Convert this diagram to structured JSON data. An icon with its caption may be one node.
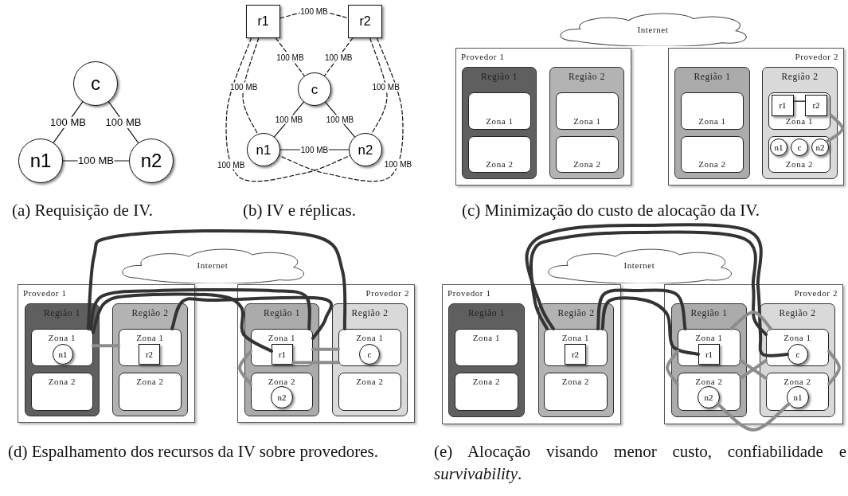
{
  "diagram": {
    "nodes": [
      {
        "text": [
          "c"
        ]
      },
      {
        "text": [
          "n1"
        ]
      },
      {
        "text": [
          "n2"
        ]
      },
      {
        "text": [
          "r1"
        ]
      },
      {
        "text": [
          "r2"
        ]
      },
      {
        "text": [
          "c"
        ]
      },
      {
        "text": [
          "n1"
        ]
      },
      {
        "text": [
          "n2"
        ]
      },
      {
        "text": [
          "Internet"
        ]
      },
      {
        "text": [
          "Provedor 1"
        ]
      },
      {
        "text": [
          "Região 1"
        ],
        "in": 9
      },
      {
        "text": [
          "Zona 1"
        ],
        "in": 10
      },
      {
        "text": [
          "Zona 2"
        ],
        "in": 10
      },
      {
        "text": [
          "Região 2"
        ],
        "in": 9
      },
      {
        "text": [
          "Zona 1"
        ],
        "in": 13
      },
      {
        "text": [
          "Zona 2"
        ],
        "in": 13
      },
      {
        "text": [
          "Provedor 2"
        ]
      },
      {
        "text": [
          "Região 1"
        ],
        "in": 16
      },
      {
        "text": [
          "Zona 1"
        ],
        "in": 17
      },
      {
        "text": [
          "Zona 2"
        ],
        "in": 17
      },
      {
        "text": [
          "Região 2"
        ],
        "in": 16
      },
      {
        "text": [
          "Zona 1"
        ],
        "in": 20
      },
      {
        "text": [
          "r1"
        ],
        "in": 21
      },
      {
        "text": [
          "r2"
        ],
        "in": 21
      },
      {
        "text": [
          "Zona 2"
        ],
        "in": 20
      },
      {
        "text": [
          "n1"
        ],
        "in": 24
      },
      {
        "text": [
          "c"
        ],
        "in": 24
      },
      {
        "text": [
          "n2"
        ],
        "in": 24
      },
      {
        "text": [
          "Internet"
        ]
      },
      {
        "text": [
          "Provedor 1"
        ]
      },
      {
        "text": [
          "Região 1"
        ],
        "in": 29
      },
      {
        "text": [
          "Zona 1"
        ],
        "in": 30
      },
      {
        "text": [
          "n1"
        ],
        "in": 31
      },
      {
        "text": [
          "Zona 2"
        ],
        "in": 30
      },
      {
        "text": [
          "Região 2"
        ],
        "in": 29
      },
      {
        "text": [
          "Zona 1"
        ],
        "in": 34
      },
      {
        "text": [
          "r2"
        ],
        "in": 35
      },
      {
        "text": [
          "Zona 2"
        ],
        "in": 34
      },
      {
        "text": [
          "Provedor 2"
        ]
      },
      {
        "text": [
          "Região 1"
        ],
        "in": 38
      },
      {
        "text": [
          "Zona 1"
        ],
        "in": 39
      },
      {
        "text": [
          "r1"
        ],
        "in": 40
      },
      {
        "text": [
          "Zona 2"
        ],
        "in": 39
      },
      {
        "text": [
          "n2"
        ],
        "in": 42
      },
      {
        "text": [
          "Região 2"
        ],
        "in": 38
      },
      {
        "text": [
          "Zona 1"
        ],
        "in": 44
      },
      {
        "text": [
          "c"
        ],
        "in": 45
      },
      {
        "text": [
          "Zona 2"
        ],
        "in": 44
      },
      {
        "text": [
          "Internet"
        ]
      },
      {
        "text": [
          "Provedor 1"
        ]
      },
      {
        "text": [
          "Região 1"
        ],
        "in": 49
      },
      {
        "text": [
          "Zona 1"
        ],
        "in": 50
      },
      {
        "text": [
          "Zona 2"
        ],
        "in": 50
      },
      {
        "text": [
          "Região 2"
        ],
        "in": 49
      },
      {
        "text": [
          "Zona 1"
        ],
        "in": 53
      },
      {
        "text": [
          "r2"
        ],
        "in": 54
      },
      {
        "text": [
          "Zona 2"
        ],
        "in": 53
      },
      {
        "text": [
          "Provedor 2"
        ]
      },
      {
        "text": [
          "Região 1"
        ],
        "in": 57
      },
      {
        "text": [
          "Zona 1"
        ],
        "in": 58
      },
      {
        "text": [
          "r1"
        ],
        "in": 59
      },
      {
        "text": [
          "Zona 2"
        ],
        "in": 58
      },
      {
        "text": [
          "n2"
        ],
        "in": 61
      },
      {
        "text": [
          "Região 2"
        ],
        "in": 57
      },
      {
        "text": [
          "Zona 1"
        ],
        "in": 63
      },
      {
        "text": [
          "c"
        ],
        "in": 64
      },
      {
        "text": [
          "Zona 2"
        ],
        "in": 63
      },
      {
        "text": [
          "n1"
        ],
        "in": 66
      }
    ],
    "edges": [
      {
        "from": 0,
        "to": 1,
        "arrow": "none",
        "label": "100 MB"
      },
      {
        "from": 0,
        "to": 2,
        "arrow": "none",
        "label": "100 MB"
      },
      {
        "from": 1,
        "to": 2,
        "arrow": "none",
        "label": "100 MB"
      },
      {
        "from": 3,
        "to": 4,
        "arrow": "none",
        "label": "100 MB",
        "style": "dashed"
      },
      {
        "from": 3,
        "to": 5,
        "arrow": "none",
        "label": "100 MB",
        "style": "dashed"
      },
      {
        "from": 4,
        "to": 5,
        "arrow": "none",
        "label": "100 MB",
        "style": "dashed"
      },
      {
        "from": 3,
        "to": 6,
        "arrow": "none",
        "label": "100 MB",
        "style": "dashed"
      },
      {
        "from": 4,
        "to": 7,
        "arrow": "none",
        "label": "100 MB",
        "style": "dashed"
      },
      {
        "from": 5,
        "to": 6,
        "arrow": "none",
        "label": "100 MB"
      },
      {
        "from": 5,
        "to": 7,
        "arrow": "none",
        "label": "100 MB"
      },
      {
        "from": 6,
        "to": 7,
        "arrow": "none",
        "label": "100 MB"
      },
      {
        "from": 3,
        "to": 7,
        "arrow": "none",
        "label": "100 MB",
        "style": "dashed"
      },
      {
        "from": 4,
        "to": 6,
        "arrow": "none",
        "label": "100 MB",
        "style": "dashed"
      },
      {
        "from": 22,
        "to": 23,
        "arrow": "none"
      },
      {
        "from": 21,
        "to": 27,
        "arrow": "none",
        "color": "#8c8c8c"
      },
      {
        "from": 31,
        "to": 45,
        "arrow": "none",
        "color": "#333333"
      },
      {
        "from": 31,
        "to": 40,
        "arrow": "none",
        "color": "#333333"
      },
      {
        "from": 31,
        "to": 41,
        "arrow": "none",
        "color": "#333333"
      },
      {
        "from": 35,
        "to": 40,
        "arrow": "none",
        "color": "#333333"
      },
      {
        "from": 31,
        "to": 35,
        "arrow": "none",
        "color": "#8c8c8c"
      },
      {
        "from": 40,
        "to": 45,
        "arrow": "none",
        "color": "#8c8c8c"
      },
      {
        "from": 41,
        "to": 45,
        "arrow": "none",
        "color": "#8c8c8c"
      },
      {
        "from": 40,
        "to": 42,
        "arrow": "none",
        "color": "#8c8c8c"
      },
      {
        "from": 54,
        "to": 59,
        "arrow": "none",
        "color": "#333333"
      },
      {
        "from": 54,
        "to": 60,
        "arrow": "none",
        "color": "#333333"
      },
      {
        "from": 54,
        "to": 64,
        "arrow": "none",
        "color": "#333333"
      },
      {
        "from": 54,
        "to": 65,
        "arrow": "none",
        "color": "#333333"
      },
      {
        "from": 59,
        "to": 61,
        "arrow": "none",
        "color": "#8c8c8c"
      },
      {
        "from": 64,
        "to": 66,
        "arrow": "none",
        "color": "#8c8c8c"
      },
      {
        "from": 59,
        "to": 66,
        "arrow": "none",
        "color": "#8c8c8c"
      },
      {
        "from": 61,
        "to": 64,
        "arrow": "none",
        "color": "#8c8c8c"
      },
      {
        "from": 59,
        "to": 64,
        "arrow": "none",
        "color": "#8c8c8c"
      },
      {
        "from": 62,
        "to": 67,
        "arrow": "none",
        "color": "#8c8c8c"
      }
    ],
    "labels": [
      "(a) Requisição de IV.",
      "(b) IV e réplicas.",
      "(c) Minimização do custo de alocação da IV.",
      "(d) Espalhamento dos recursos da IV sobre provedores.",
      "(e) Alocação visando menor custo, confiabilidade e *survivability*."
    ]
  }
}
